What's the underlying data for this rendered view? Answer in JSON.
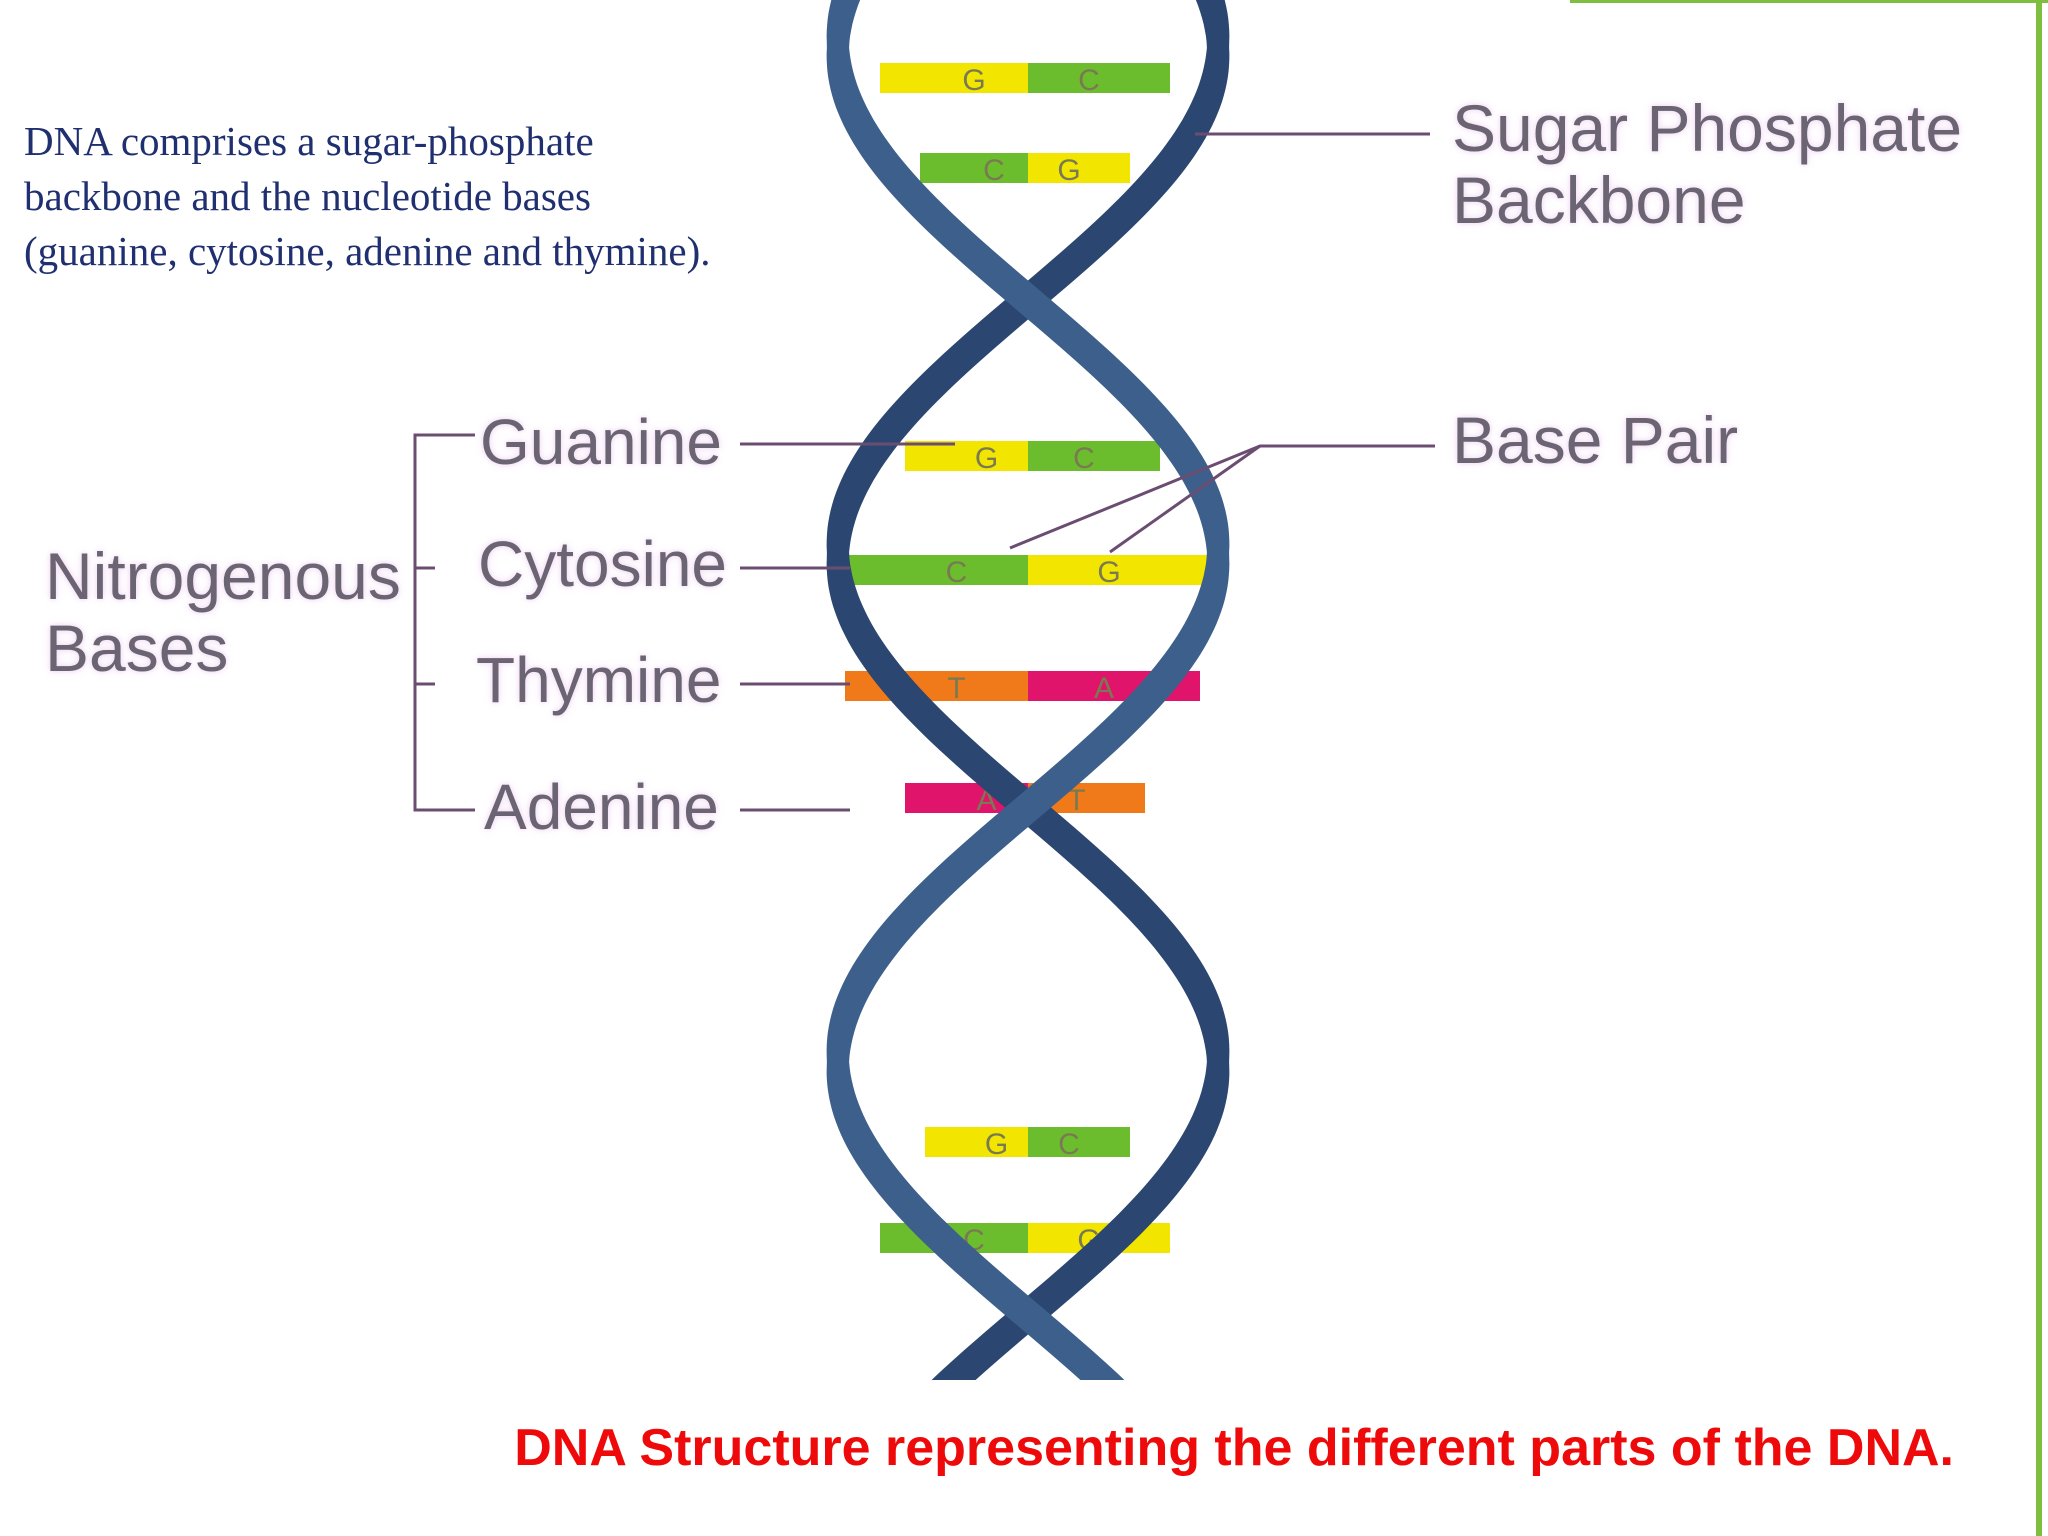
{
  "intro_text": {
    "line1": "DNA comprises a sugar-phosphate",
    "line2": "backbone and the nucleotide bases",
    "line3": "(guanine, cytosine, adenine and thymine)."
  },
  "labels": {
    "sugar_phosphate_line1": "Sugar Phosphate",
    "sugar_phosphate_line2": "Backbone",
    "base_pair": "Base Pair",
    "nitrogenous_line1": "Nitrogenous",
    "nitrogenous_line2": "Bases",
    "guanine": "Guanine",
    "cytosine": "Cytosine",
    "thymine": "Thymine",
    "adenine": "Adenine"
  },
  "caption": "DNA Structure representing the different parts of the DNA.",
  "colors": {
    "backbone": "#3d5f8c",
    "backbone_dark": "#2b4670",
    "guanine": "#f2e600",
    "cytosine": "#6cbd2e",
    "thymine": "#f07a1a",
    "adenine": "#e0146a",
    "leader_line": "#6b4d72",
    "caption": "#ee0a0a",
    "intro_text": "#1f2f6f",
    "slide_accent": "#7fbf3f"
  },
  "base_pairs": [
    {
      "left": "G",
      "right": "C"
    },
    {
      "left": "C",
      "right": "G"
    },
    {
      "left": "G",
      "right": "C"
    },
    {
      "left": "C",
      "right": "G"
    },
    {
      "left": "T",
      "right": "A"
    },
    {
      "left": "A",
      "right": "T"
    },
    {
      "left": "G",
      "right": "C"
    },
    {
      "left": "C",
      "right": "G"
    }
  ]
}
